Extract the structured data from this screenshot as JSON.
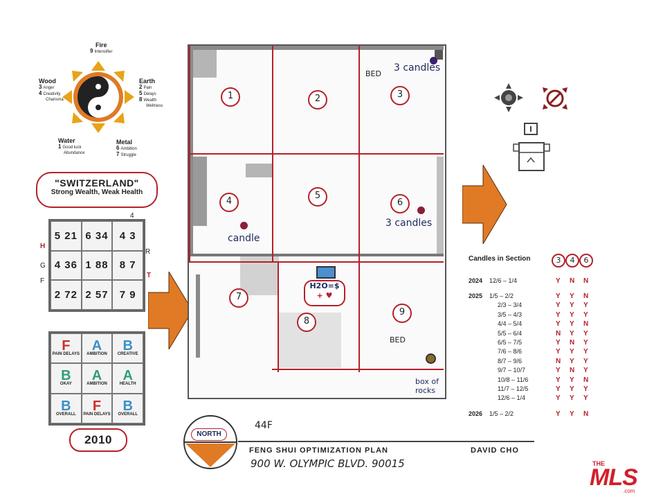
{
  "elements": {
    "fire": {
      "name": "Fire",
      "items": [
        {
          "n": "9",
          "t": "Intensifier"
        }
      ]
    },
    "earth": {
      "name": "Earth",
      "items": [
        {
          "n": "2",
          "t": "Pain"
        },
        {
          "n": "5",
          "t": "Delays"
        },
        {
          "n": "8",
          "t": "Wealth"
        }
      ],
      "extra": "Wellness"
    },
    "wood": {
      "name": "Wood",
      "items": [
        {
          "n": "3",
          "t": "Anger"
        },
        {
          "n": "4",
          "t": "Creativity"
        }
      ],
      "extra": "Charisma"
    },
    "water": {
      "name": "Water",
      "items": [
        {
          "n": "1",
          "t": "Good luck"
        }
      ],
      "extra": "Abundance"
    },
    "metal": {
      "name": "Metal",
      "items": [
        {
          "n": "6",
          "t": "Ambition"
        },
        {
          "n": "7",
          "t": "Struggle"
        }
      ]
    }
  },
  "switzerland": {
    "title": "\"SWITZERLAND\"",
    "subtitle": "Strong Wealth, Weak Health"
  },
  "star_grid": {
    "cells": [
      "5 21",
      "6 34",
      "4 3",
      "4 36",
      "1 88",
      "8 7",
      "2 72",
      "2 57",
      "7 9"
    ],
    "side_labels": {
      "left_top": "H",
      "left_mid": "G",
      "left_bot": "F",
      "right_top": "R",
      "right_mid": "T",
      "top_r": "4"
    }
  },
  "aspiration_grid": {
    "cells": [
      {
        "letter": "F",
        "label": "PAIN DELAYS",
        "color": "#c9302c"
      },
      {
        "letter": "A",
        "label": "AMBITION",
        "color": "#3b8fc9"
      },
      {
        "letter": "B",
        "label": "CREATIVE",
        "color": "#3b8fc9"
      },
      {
        "letter": "B",
        "label": "OKAY",
        "color": "#2f9d7a"
      },
      {
        "letter": "A",
        "label": "AMBITION",
        "color": "#2f9d7a"
      },
      {
        "letter": "A",
        "label": "HEALTH",
        "color": "#2f9d7a"
      },
      {
        "letter": "B",
        "label": "OVERALL",
        "color": "#3b8fc9"
      },
      {
        "letter": "F",
        "label": "PAIN DELAYS",
        "color": "#c9302c"
      },
      {
        "letter": "B",
        "label": "OVERALL",
        "color": "#3b8fc9"
      }
    ]
  },
  "year_badge": "2010",
  "plan": {
    "rooms": [
      "1",
      "2",
      "3",
      "4",
      "5",
      "6",
      "7",
      "8",
      "9"
    ],
    "notes": {
      "bed_top": "BED",
      "candles_top": "3 candles",
      "candles_mid": "3 candles",
      "candle_left": "candle",
      "water": "H2O=$",
      "plus_heart": "+ ♥",
      "bed_bottom": "BED",
      "rocks": "box of rocks"
    }
  },
  "schedule": {
    "header": "Candles in Section",
    "sections": [
      "3",
      "4",
      "6"
    ],
    "rows": [
      {
        "year": "2024",
        "range": "12/6 – 1/4",
        "flags": [
          "Y",
          "N",
          "N"
        ]
      },
      {
        "year": "2025",
        "range": "1/5 – 2/2",
        "flags": [
          "Y",
          "Y",
          "N"
        ]
      },
      {
        "year": "",
        "range": "2/3 – 3/4",
        "flags": [
          "Y",
          "Y",
          "Y"
        ]
      },
      {
        "year": "",
        "range": "3/5 – 4/3",
        "flags": [
          "Y",
          "Y",
          "Y"
        ]
      },
      {
        "year": "",
        "range": "4/4 – 5/4",
        "flags": [
          "Y",
          "Y",
          "N"
        ]
      },
      {
        "year": "",
        "range": "5/5 – 6/4",
        "flags": [
          "N",
          "Y",
          "Y"
        ]
      },
      {
        "year": "",
        "range": "6/5 – 7/5",
        "flags": [
          "Y",
          "N",
          "Y"
        ]
      },
      {
        "year": "",
        "range": "7/6 – 8/6",
        "flags": [
          "Y",
          "Y",
          "Y"
        ]
      },
      {
        "year": "",
        "range": "8/7 – 9/6",
        "flags": [
          "N",
          "Y",
          "Y"
        ]
      },
      {
        "year": "",
        "range": "9/7 – 10/7",
        "flags": [
          "Y",
          "N",
          "Y"
        ]
      },
      {
        "year": "",
        "range": "10/8 – 11/6",
        "flags": [
          "Y",
          "Y",
          "N"
        ]
      },
      {
        "year": "",
        "range": "11/7 – 12/5",
        "flags": [
          "Y",
          "Y",
          "Y"
        ]
      },
      {
        "year": "",
        "range": "12/6 – 1/4",
        "flags": [
          "Y",
          "Y",
          "Y"
        ]
      },
      {
        "year": "2026",
        "range": "1/5 – 2/2",
        "flags": [
          "Y",
          "Y",
          "N"
        ]
      }
    ]
  },
  "title_block": {
    "north": "NORTH",
    "floor": "44F",
    "title": "FENG SHUI OPTIMIZATION PLAN",
    "address": "900 W. OLYMPIC BLVD. 90015",
    "author": "DAVID CHO"
  },
  "logo": {
    "top": "THE",
    "main": "MLS",
    "sub": ".com"
  },
  "colors": {
    "accent_red": "#b4212b",
    "orange": "#e07a25",
    "ink_blue": "#1f2a5c"
  }
}
